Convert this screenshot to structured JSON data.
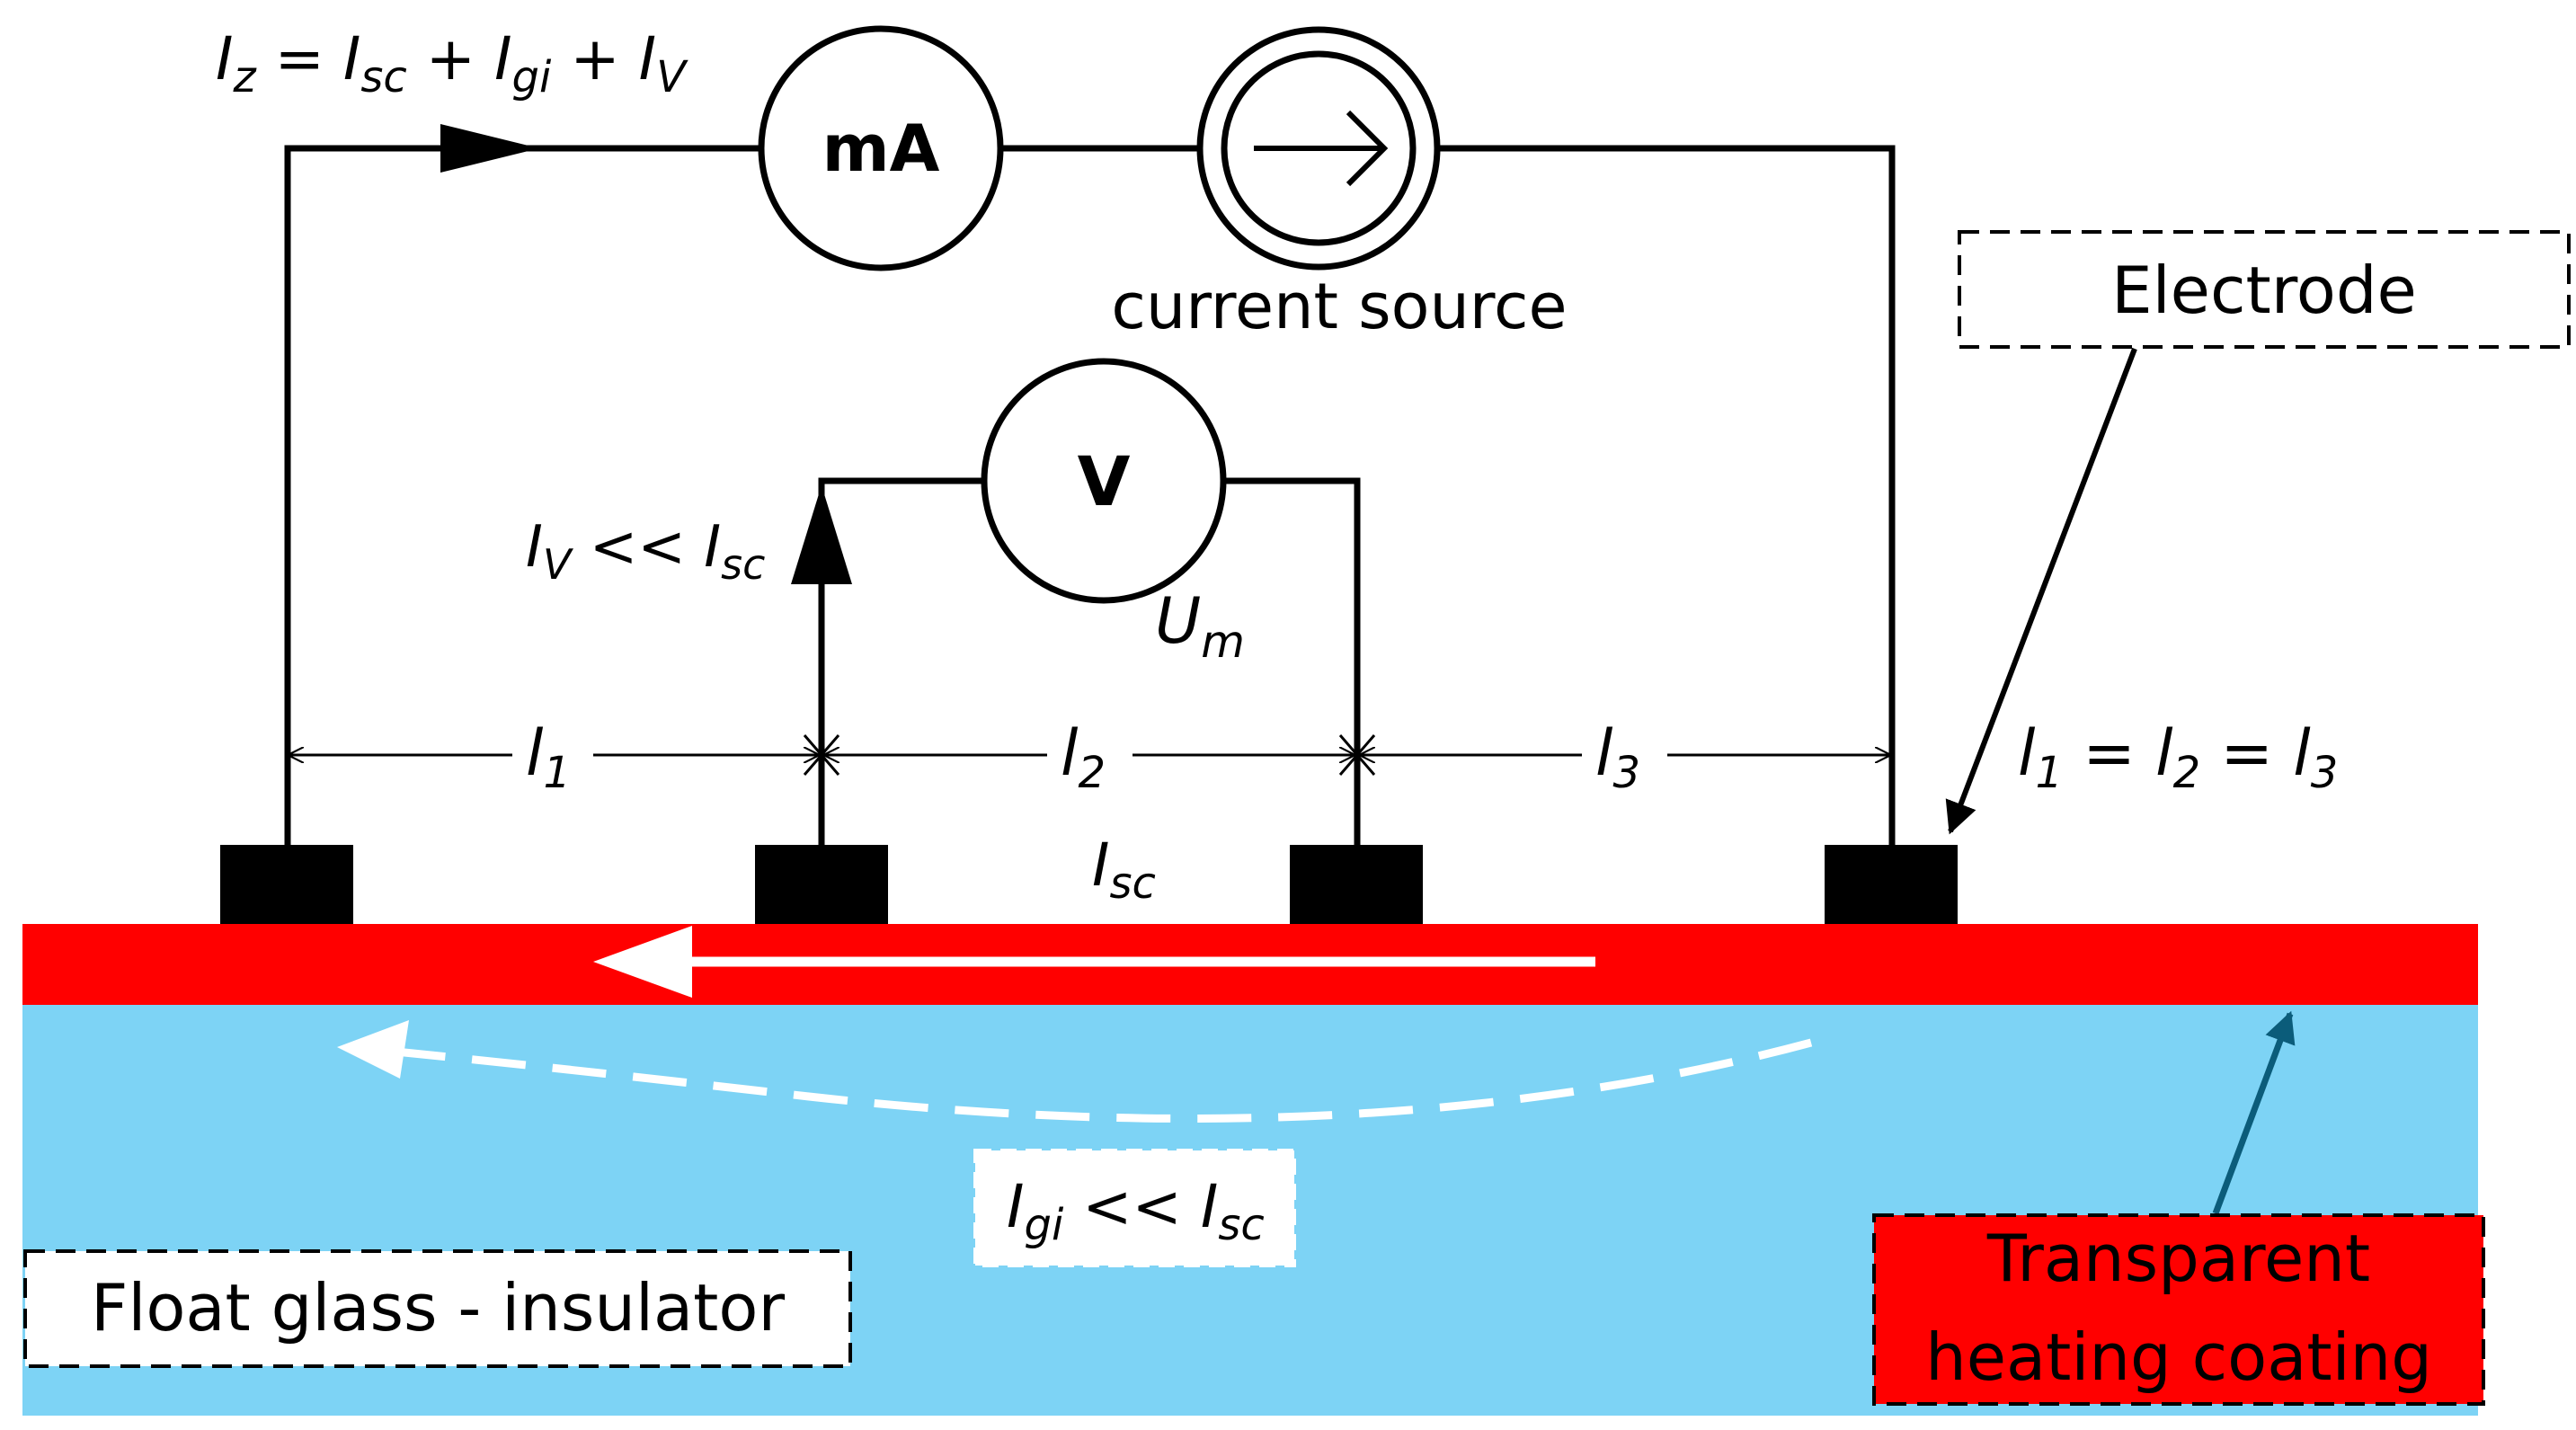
{
  "circuit": {
    "ammeter_label": "mA",
    "voltmeter_label": "V",
    "current_source_label": "current source",
    "total_current": {
      "main": "I",
      "sub": "z",
      "rest": " = I",
      "sub2": "sc",
      "rest2": " + I",
      "sub3": "gi",
      "rest3": " + I",
      "sub4": "V"
    },
    "voltmeter_current": {
      "a": "I",
      "a_sub": "V",
      "mid": " << I",
      "b_sub": "sc"
    },
    "measured_voltage": {
      "a": "U",
      "a_sub": "m"
    }
  },
  "dimensions": {
    "l1": {
      "a": "l",
      "sub": "1"
    },
    "l2": {
      "a": "l",
      "sub": "2"
    },
    "l3": {
      "a": "l",
      "sub": "3"
    },
    "equality": {
      "a": "l",
      "s1": "1",
      "eq1": " = l",
      "s2": "2",
      "eq2": " = l",
      "s3": "3"
    }
  },
  "currents": {
    "sheet_current": {
      "a": "I",
      "sub": "sc"
    },
    "glass_current": {
      "a": "I",
      "a_sub": "gi",
      "mid": " << I",
      "b_sub": "sc"
    }
  },
  "legend": {
    "electrode": "Electrode",
    "float_glass": "Float glass - insulator",
    "coating_line1": "Transparent",
    "coating_line2": "heating coating"
  },
  "colors": {
    "coating": "#ff0000",
    "glass": "#7dd3f5",
    "electrode": "#000000",
    "coating_pointer": "#0b5c7a"
  }
}
